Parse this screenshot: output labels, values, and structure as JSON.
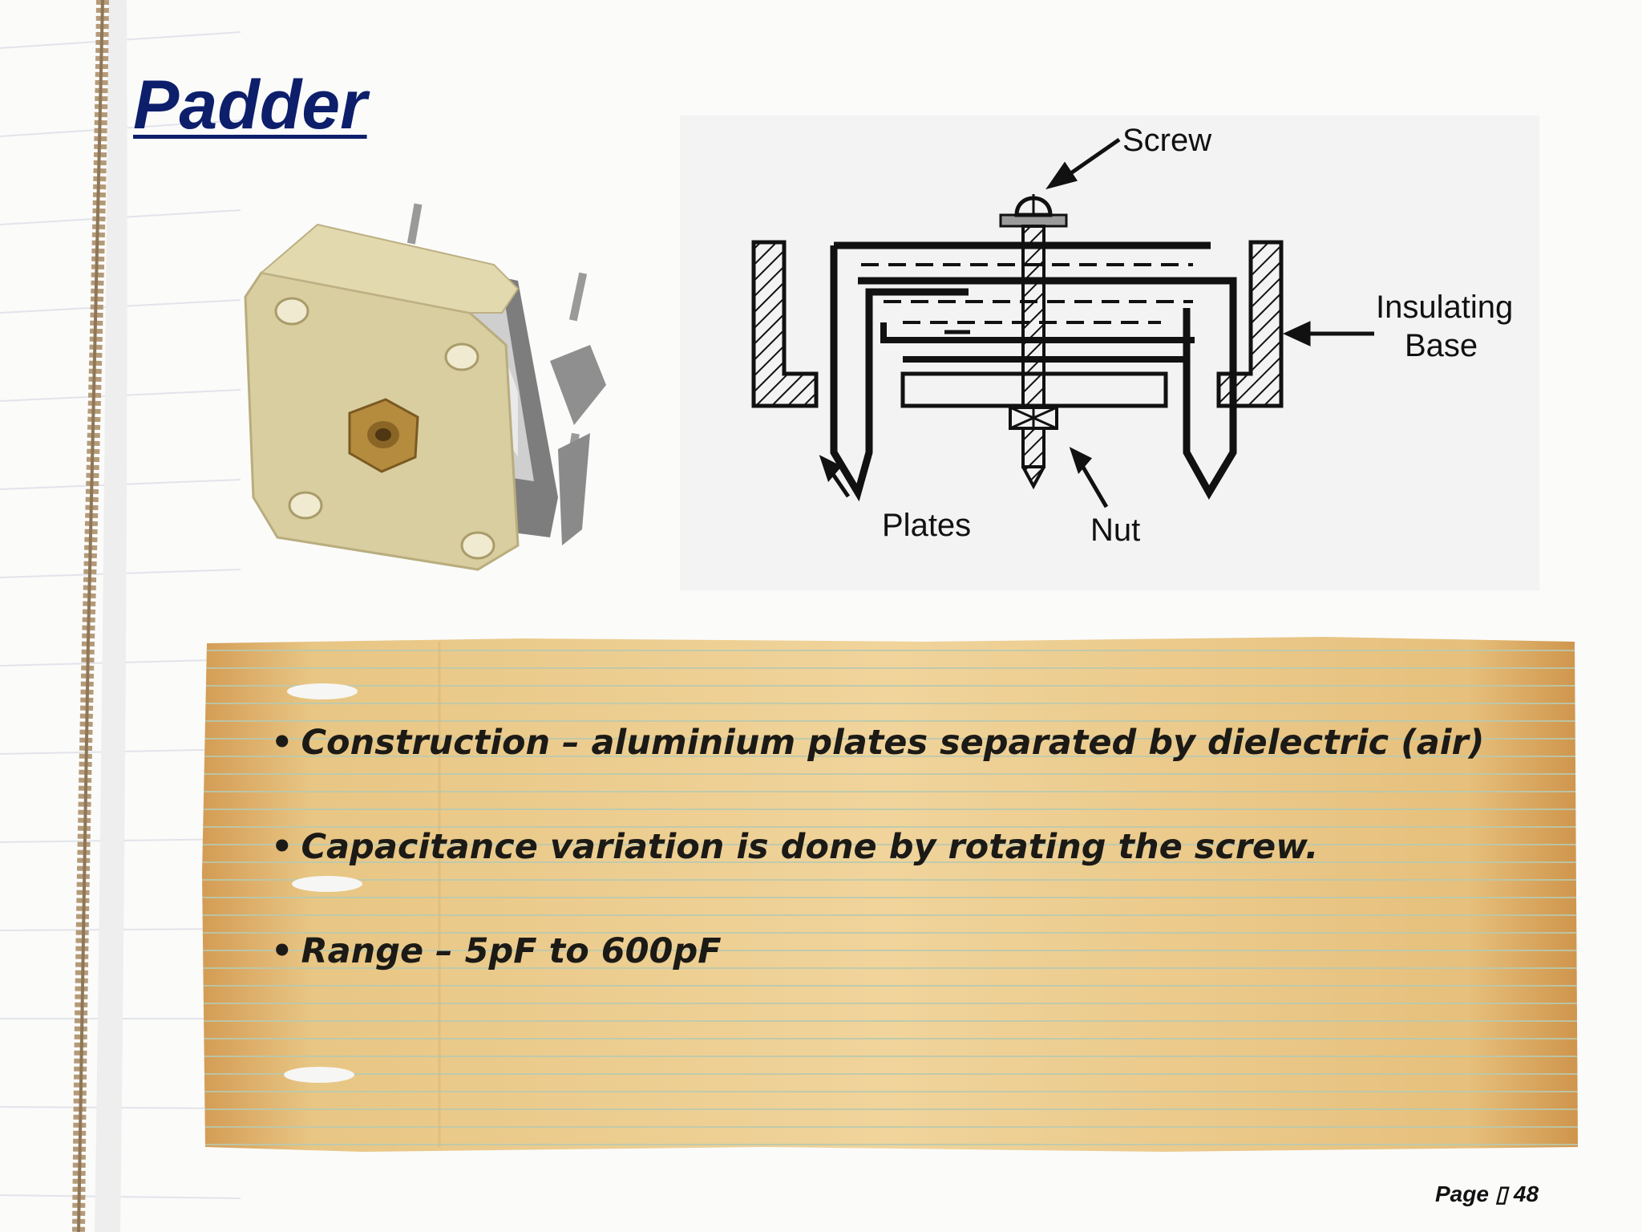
{
  "slide": {
    "title": "Padder",
    "diagram_labels": {
      "screw": "Screw",
      "insulating_line1": "Insulating",
      "insulating_line2": "Base",
      "plates": "Plates",
      "nut": "Nut"
    },
    "bullets": [
      "Construction – aluminium plates separated by dielectric (air)",
      "Capacitance variation is done by rotating the screw.",
      "Range – 5pF to 600pF"
    ],
    "page_label": "Page",
    "page_glyph": "▯",
    "page_number": "48"
  },
  "colors": {
    "title": "#0d1f6b",
    "note_paper": "#e9c98a",
    "note_line": "#b8c9b0",
    "diagram_bg": "#f3f3f3"
  }
}
